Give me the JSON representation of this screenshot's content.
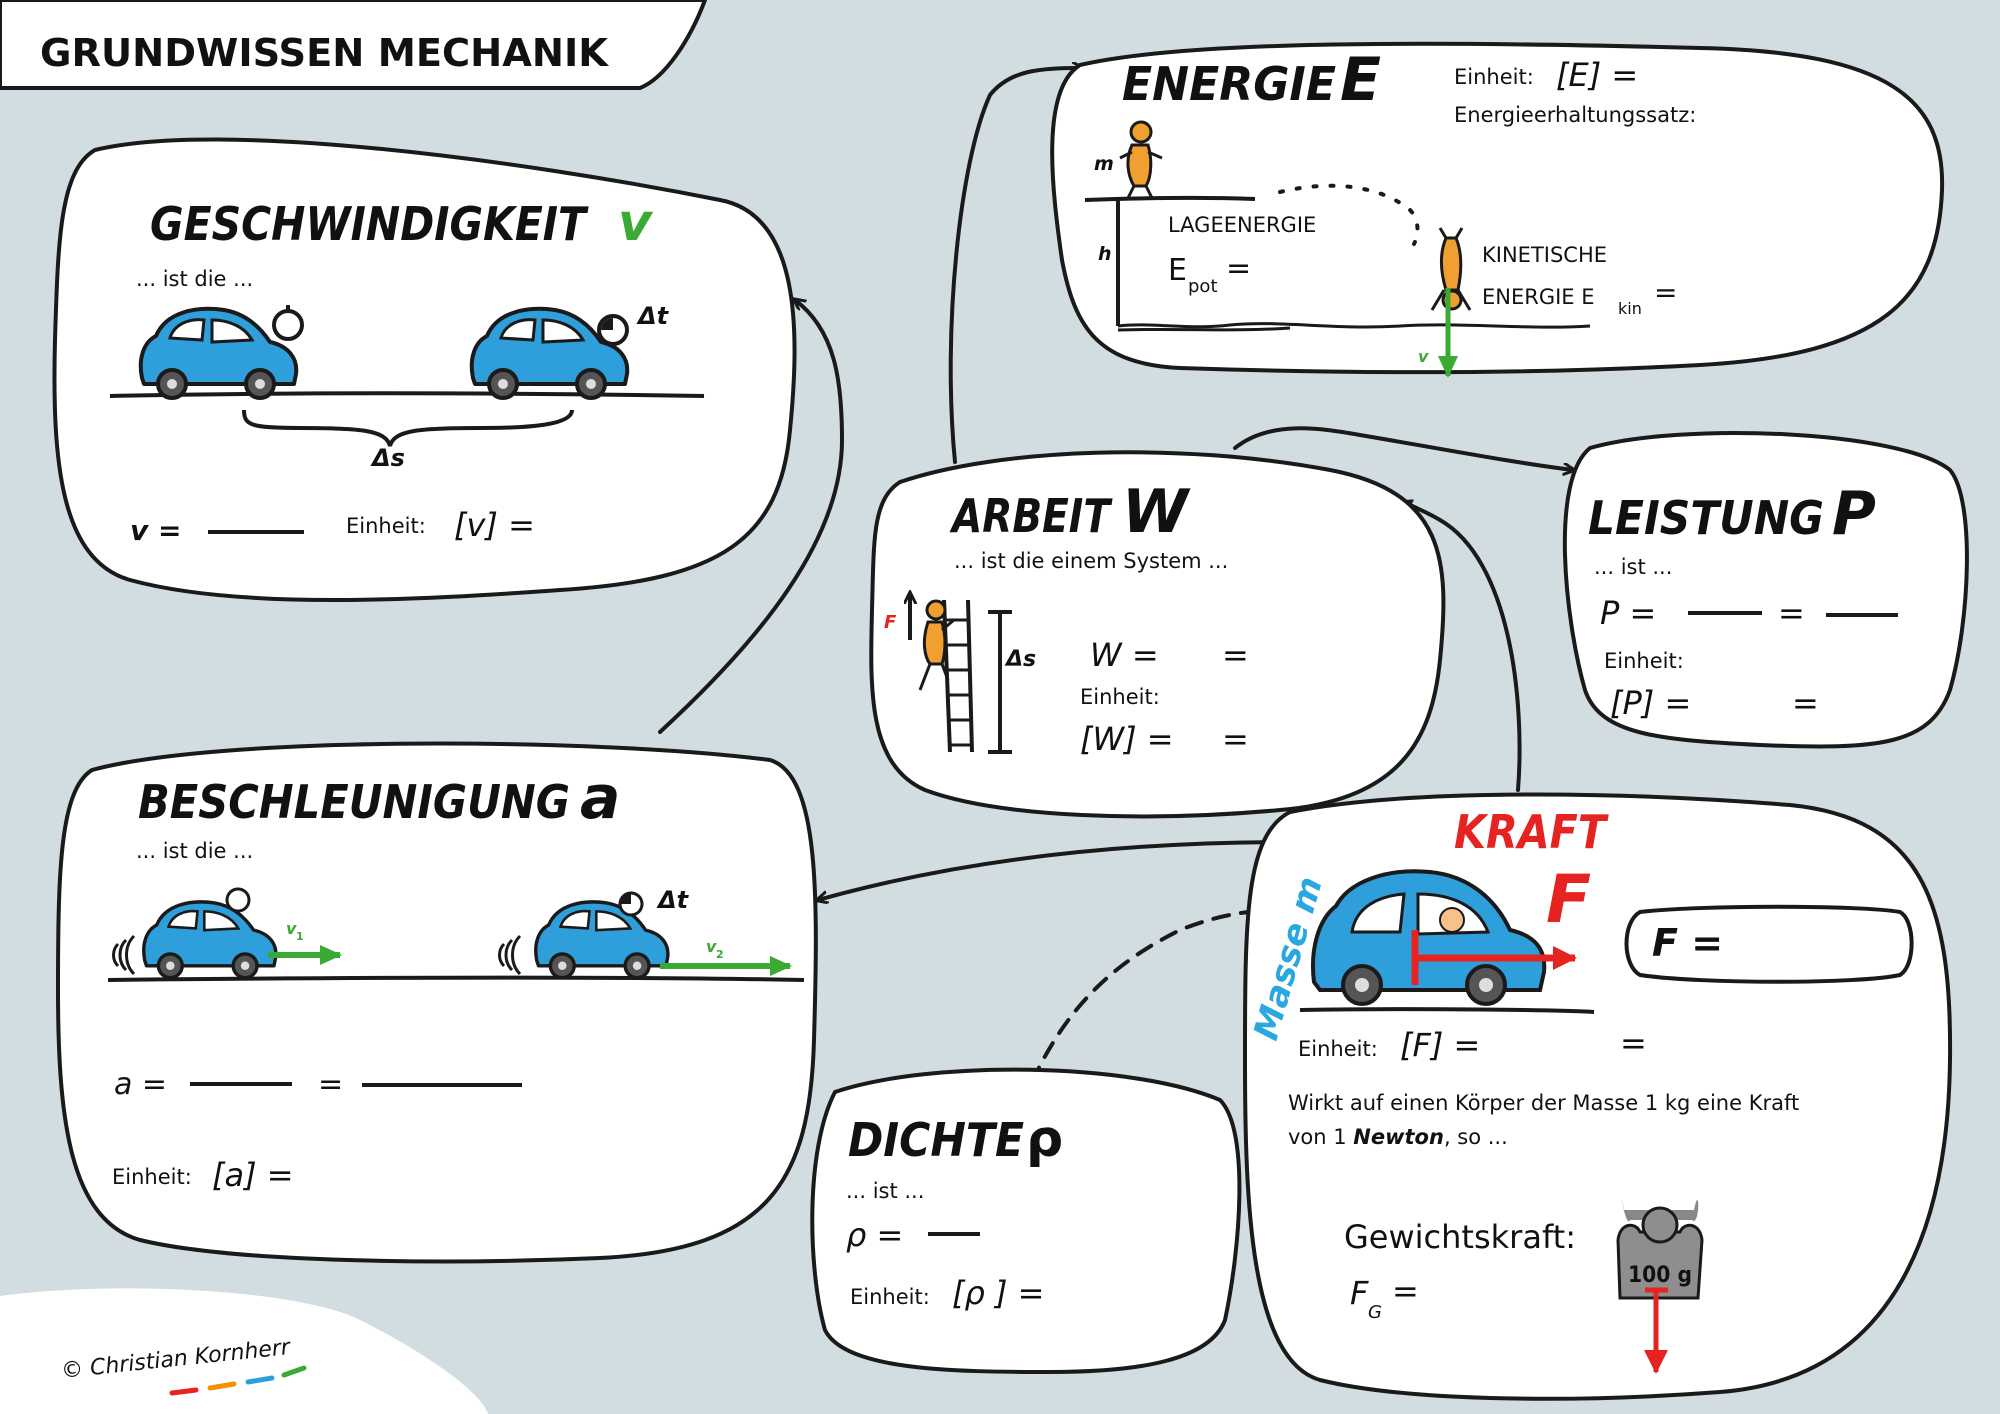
{
  "title": "GRUNDWISSEN MECHANIK",
  "copyright": "© Christian Kornherr",
  "colors": {
    "background": "#d2dde2",
    "car": "#2e9fdb",
    "arrow_green": "#3aaa35",
    "force_red": "#e52320",
    "mass_blue": "#29a8e0"
  },
  "geschwindigkeit": {
    "heading": "GESCHWINDIGKEIT",
    "symbol": "v",
    "intro": "... ist die ...",
    "delta_t": "Δt",
    "delta_s": "Δs",
    "formula": "v =",
    "unit_label": "Einheit:",
    "unit": "[v] ="
  },
  "energie": {
    "heading": "ENERGIE",
    "symbol": "E",
    "unit_label": "Einheit:",
    "unit": "[E] =",
    "conservation": "Energieerhaltungssatz:",
    "mass_label": "m",
    "height_label": "h",
    "velocity_label": "v",
    "potential_title": "LAGEENERGIE",
    "potential_symbol": "E",
    "potential_sub": "pot",
    "potential_eq": "=",
    "kinetic_title": "KINETISCHE",
    "kinetic_prefix": "ENERGIE E",
    "kinetic_sub": "kin",
    "kinetic_eq": "="
  },
  "arbeit": {
    "heading": "ARBEIT",
    "symbol": "W",
    "intro": "... ist die einem System ...",
    "force_label": "F",
    "delta_s": "Δs",
    "formula": "W =",
    "formula_eq": "=",
    "unit_label": "Einheit:",
    "unit": "[W] =",
    "unit_eq": "="
  },
  "leistung": {
    "heading": "LEISTUNG",
    "symbol": "P",
    "intro": "... ist ...",
    "formula": "P =",
    "formula_eq": "=",
    "unit_label": "Einheit:",
    "unit": "[P] =",
    "unit_eq": "="
  },
  "beschleunigung": {
    "heading": "BESCHLEUNIGUNG",
    "symbol": "a",
    "intro": "... ist die ...",
    "v1": "v",
    "v1_sub": "1",
    "v2": "v",
    "v2_sub": "2",
    "delta_t": "Δt",
    "formula": "a =",
    "formula_eq": "=",
    "unit_label": "Einheit:",
    "unit": "[a] ="
  },
  "kraft": {
    "heading": "KRAFT",
    "symbol": "F",
    "mass_label": "Masse m",
    "formula": "F =",
    "unit_label": "Einheit:",
    "unit": "[F] =",
    "unit_eq": "=",
    "statement_1": "Wirkt auf einen Körper der Masse 1 kg eine Kraft",
    "statement_2a": "von 1 ",
    "statement_2b": "Newton",
    "statement_2c": ", so ...",
    "weight_title": "Gewichtskraft:",
    "weight_symbol": "F",
    "weight_sub": "G",
    "weight_eq": "=",
    "weight_mass": "100 g"
  },
  "dichte": {
    "heading": "DICHTE",
    "symbol": "ρ",
    "intro": "... ist ...",
    "formula": "ρ  =",
    "unit_label": "Einheit:",
    "unit": "[ρ ] ="
  }
}
